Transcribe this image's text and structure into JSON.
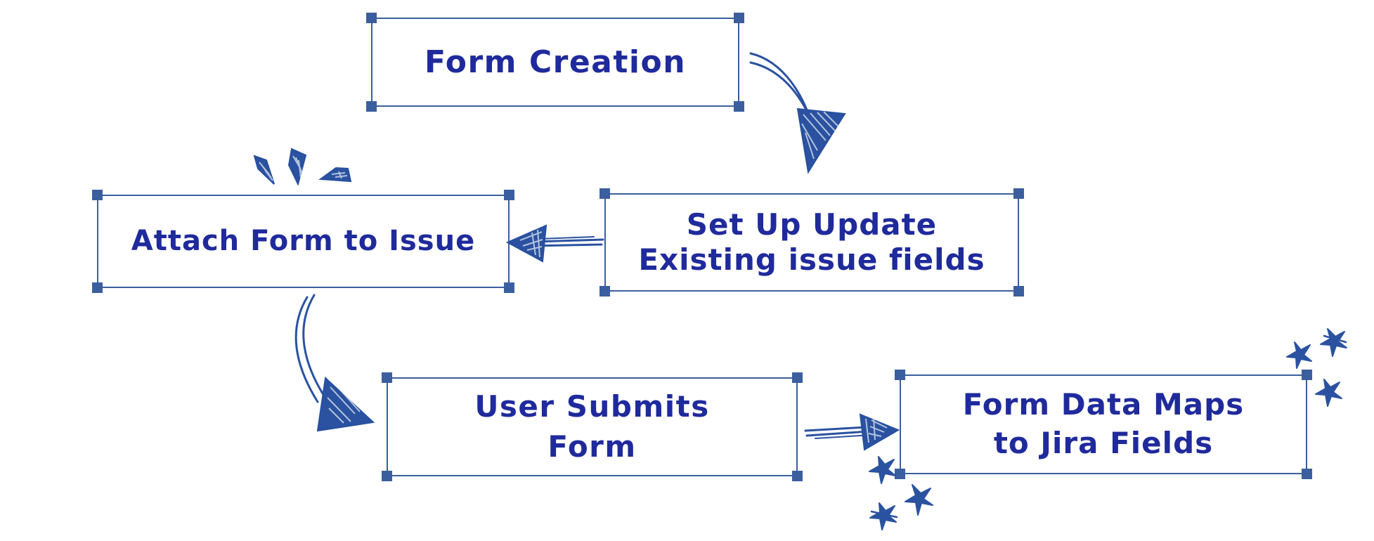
{
  "diagram": {
    "title": "Jira Form Workflow Flowchart",
    "style": "hand-drawn sketch",
    "background_color": "#ffffff",
    "ink_color": "#2a52a0",
    "text_color": "#1f2a9c",
    "border_color": "#3b5f9e",
    "handle_color": "#3b5f9e"
  },
  "nodes": [
    {
      "id": "form-creation",
      "label": "Form Creation",
      "lines": [
        "Form Creation"
      ]
    },
    {
      "id": "set-up-update",
      "label": "Set Up Update Existing issue fields",
      "lines": [
        "Set Up Update",
        "Existing issue fields"
      ]
    },
    {
      "id": "attach-form",
      "label": "Attach Form to Issue",
      "lines": [
        "Attach Form to Issue"
      ]
    },
    {
      "id": "user-submits",
      "label": "User Submits Form",
      "lines": [
        "User Submits",
        "Form"
      ]
    },
    {
      "id": "form-data-maps",
      "label": "Form Data Maps to Jira Fields",
      "lines": [
        "Form Data Maps",
        "to Jira Fields"
      ]
    }
  ],
  "node_text": {
    "form_creation": "Form Creation",
    "set_up_update": "Set Up Update\nExisting issue fields",
    "attach_form": "Attach Form to Issue",
    "user_submits": "User Submits\nForm",
    "form_data_maps": "Form Data Maps\nto Jira Fields"
  },
  "edges": [
    {
      "id": "edge-form-creation-to-set-up-update",
      "from": "form-creation",
      "to": "set-up-update",
      "shape": "curved",
      "direction": "down-right"
    },
    {
      "id": "edge-set-up-update-to-attach-form",
      "from": "set-up-update",
      "to": "attach-form",
      "shape": "straight",
      "direction": "left"
    },
    {
      "id": "edge-attach-form-to-user-submits",
      "from": "attach-form",
      "to": "user-submits",
      "shape": "curved",
      "direction": "down-left"
    },
    {
      "id": "edge-user-submits-to-form-data-maps",
      "from": "user-submits",
      "to": "form-data-maps",
      "shape": "straight",
      "direction": "right"
    }
  ],
  "decorations": [
    {
      "id": "emphasis-wedges-attach-form",
      "type": "burst-wedges",
      "count": 3,
      "near": "attach-form"
    },
    {
      "id": "sparkles-top-right",
      "type": "sparkles",
      "count": 3,
      "near": "form-data-maps"
    },
    {
      "id": "sparkles-bottom-left",
      "type": "sparkles",
      "count": 3,
      "near": "form-data-maps"
    }
  ]
}
